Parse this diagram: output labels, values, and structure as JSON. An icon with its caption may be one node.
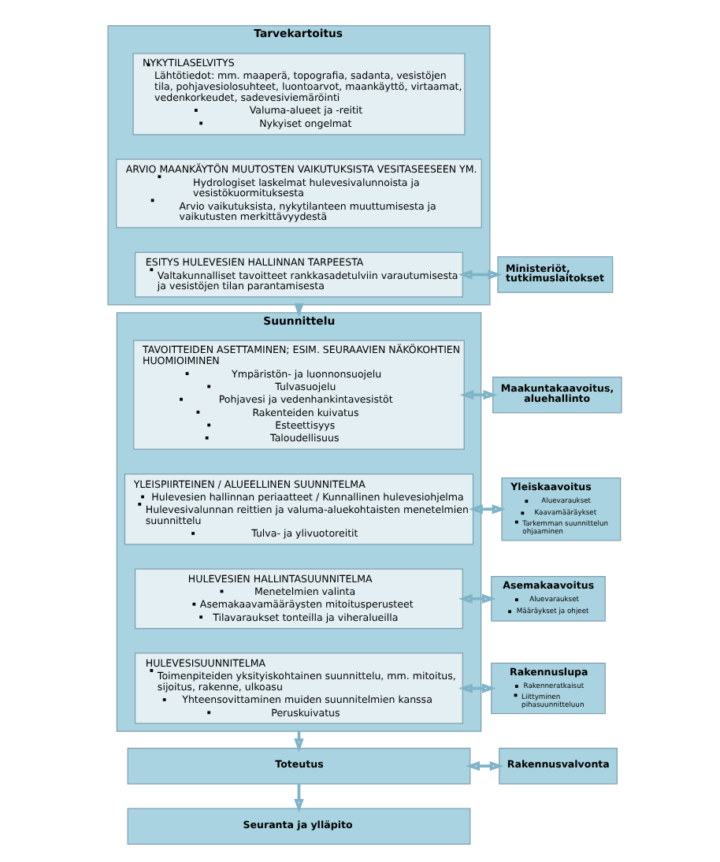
{
  "diagram": {
    "nodes": [
      {
        "text": [
          "Tarvekartoitus"
        ]
      },
      {
        "text": [
          "NYKYTILASELVITYS",
          "Lähtötiedot: mm. maaperä, topografia, sadanta, vesistöjen tila, pohjavesiolosuhteet, luontoarvot, maankäyttö, virtaamat, vedenkorkeudet, sadevesiviemäröinti",
          "Valuma-alueet ja -reitit",
          "Nykyiset ongelmat"
        ],
        "in": 0
      },
      {
        "text": [
          "ARVIO MAANKÄYTÖN MUUTOSTEN VAIKUTUKSISTA VESITASEESEEN YM.",
          "Hydrologiset laskelmat hulevesivalunnoista ja vesistökuormituksesta",
          "Arvio vaikutuksista, nykytilanteen muuttumisesta ja vaikutusten merkittävyydestä"
        ],
        "in": 0
      },
      {
        "text": [
          "ESITYS HULEVESIEN HALLINNAN TARPEESTA",
          "Valtakunnalliset tavoitteet rankkasadetulviin varautumisesta ja vesistöjen tilan parantamisesta"
        ],
        "in": 0
      },
      {
        "text": [
          "Ministeriöt, tutkimuslaitokset"
        ]
      },
      {
        "text": [
          "Suunnittelu"
        ]
      },
      {
        "text": [
          "TAVOITTEIDEN ASETTAMINEN; ESIM. SEURAAVIEN NÄKÖKOHTIEN HUOMIOIMINEN",
          "Ympäristön- ja luonnonsuojelu",
          "Tulvasuojelu",
          "Pohjavesi ja vedenhankintavesistöt",
          "Rakenteiden kuivatus",
          "Esteettisyys",
          "Taloudellisuus"
        ],
        "in": 5
      },
      {
        "text": [
          "YLEISPIIRTEINEN / ALUEELLINEN SUUNNITELMA",
          "Hulevesien hallinnan periaatteet / Kunnallinen hulevesiohjelma",
          "Hulevesivalunnan reittien ja valuma-aluekohtaisten menetelmien suunnittelu",
          "Tulva- ja ylivuotoreitit"
        ],
        "in": 5
      },
      {
        "text": [
          "HULEVESIEN HALLINTASUUNNITELMA",
          "Menetelmien valinta",
          "Asemakaavamääräysten mitoitusperusteet",
          "Tilavaraukset tonteilla ja viheralueilla"
        ],
        "in": 5
      },
      {
        "text": [
          "HULEVESISUUNNITELMA",
          "Toimenpiteiden yksityiskohtainen suunnittelu, mm. mitoitus, sijoitus, rakenne, ulkoasu",
          "Yhteensovittaminen muiden suunnitelmien kanssa",
          "Peruskuivatus"
        ],
        "in": 5
      },
      {
        "text": [
          "Maakuntakaavoitus, aluehallinto"
        ]
      },
      {
        "text": [
          "Yleiskaavoitus",
          "Aluevaraukset",
          "Kaavamääräykset",
          "Tarkemman suunnittelun ohjaaminen"
        ]
      },
      {
        "text": [
          "Asemakaavoitus",
          "Aluevaraukset",
          "Määräykset ja ohjeet"
        ]
      },
      {
        "text": [
          "Rakennuslupa",
          "Rakenneratkaisut",
          "Liittyminen pihasuunnitteluun"
        ]
      },
      {
        "text": [
          "Toteutus"
        ]
      },
      {
        "text": [
          "Rakennusvalvonta"
        ]
      },
      {
        "text": [
          "Seuranta ja ylläpito"
        ]
      }
    ],
    "edges": [
      {
        "from": 0,
        "to": 5,
        "arrow": "to"
      },
      {
        "from": 3,
        "to": 4,
        "arrow": "both"
      },
      {
        "from": 6,
        "to": 10,
        "arrow": "both"
      },
      {
        "from": 7,
        "to": 11,
        "arrow": "both"
      },
      {
        "from": 8,
        "to": 12,
        "arrow": "both"
      },
      {
        "from": 9,
        "to": 13,
        "arrow": "both"
      },
      {
        "from": 5,
        "to": 14,
        "arrow": "to"
      },
      {
        "from": 14,
        "to": 15,
        "arrow": "both"
      },
      {
        "from": 14,
        "to": 16,
        "arrow": "to"
      }
    ]
  }
}
